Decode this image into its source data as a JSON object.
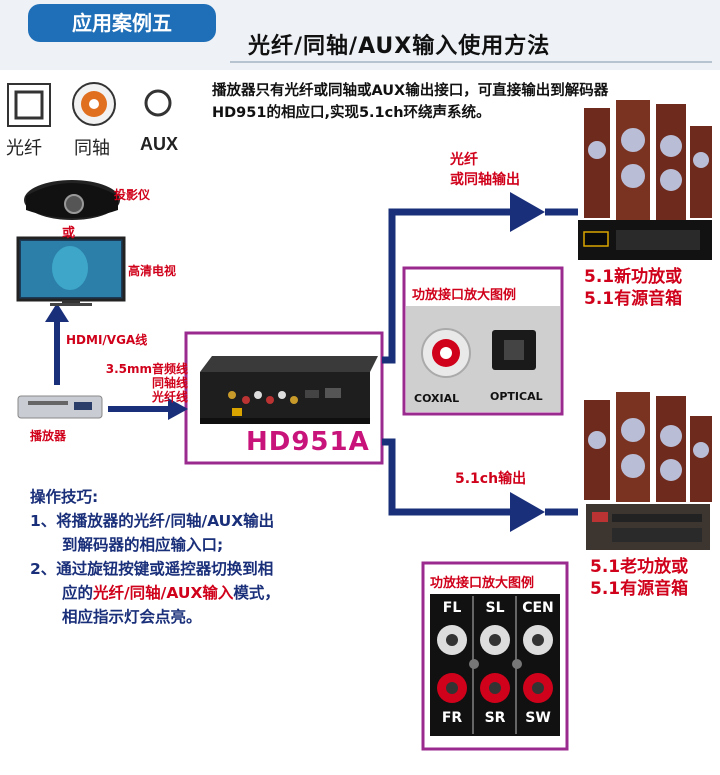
{
  "header": {
    "tab_label": "应用案例五",
    "title": "光纤/同轴/AUX输入使用方法"
  },
  "intro": {
    "line1": "播放器只有光纤或同轴或AUX输出接口，可直接输出到解码器",
    "line2": "HD951的相应口,实现5.1ch环绕声系统。"
  },
  "port_types": [
    {
      "label": "光纤",
      "icon": "optical-port-icon"
    },
    {
      "label": "同轴",
      "icon": "coaxial-port-icon"
    },
    {
      "label": "AUX",
      "icon": "aux-port-icon"
    }
  ],
  "sources": {
    "projector": "投影仪",
    "or": "或",
    "tv": "高清电视",
    "player": "播放器"
  },
  "cables": {
    "hdmi": "HDMI/VGA线",
    "audio_line1": "3.5mm音频线",
    "audio_line2": "同轴线",
    "audio_line3": "光纤线"
  },
  "outputs": {
    "top_line1": "光纤",
    "top_line2": "或同轴输出",
    "bottom": "5.1ch输出"
  },
  "device": {
    "name": "HD951A"
  },
  "zoom_top": {
    "title": "功放接口放大图例",
    "coaxial": "COXIAL",
    "optical": "OPTICAL"
  },
  "zoom_bottom": {
    "title": "功放接口放大图例",
    "channels_top": [
      "FL",
      "SL",
      "CEN"
    ],
    "channels_bottom": [
      "FR",
      "SR",
      "SW"
    ]
  },
  "amp_top": {
    "line1": "5.1新功放或",
    "line2": "5.1有源音箱"
  },
  "amp_bottom": {
    "line1": "5.1老功放或",
    "line2": "5.1有源音箱"
  },
  "tips": {
    "heading": "操作技巧:",
    "item1_a": "1、将播放器的光纤/同轴/AUX输出",
    "item1_b": "到解码器的相应输入口;",
    "item2_a": "2、通过旋钮按键或遥控器切换到相",
    "item2_b_pre": "应的",
    "item2_b_hl": "光纤/同轴/AUX输入",
    "item2_b_post": "模式，",
    "item2_c": "相应指示灯会点亮。"
  },
  "colors": {
    "accent_blue": "#1f6fb8",
    "arrow_navy": "#1a2f7a",
    "frame_purple": "#9b2a8f",
    "label_red": "#d0021b",
    "device_label_magenta": "#c8137a"
  }
}
